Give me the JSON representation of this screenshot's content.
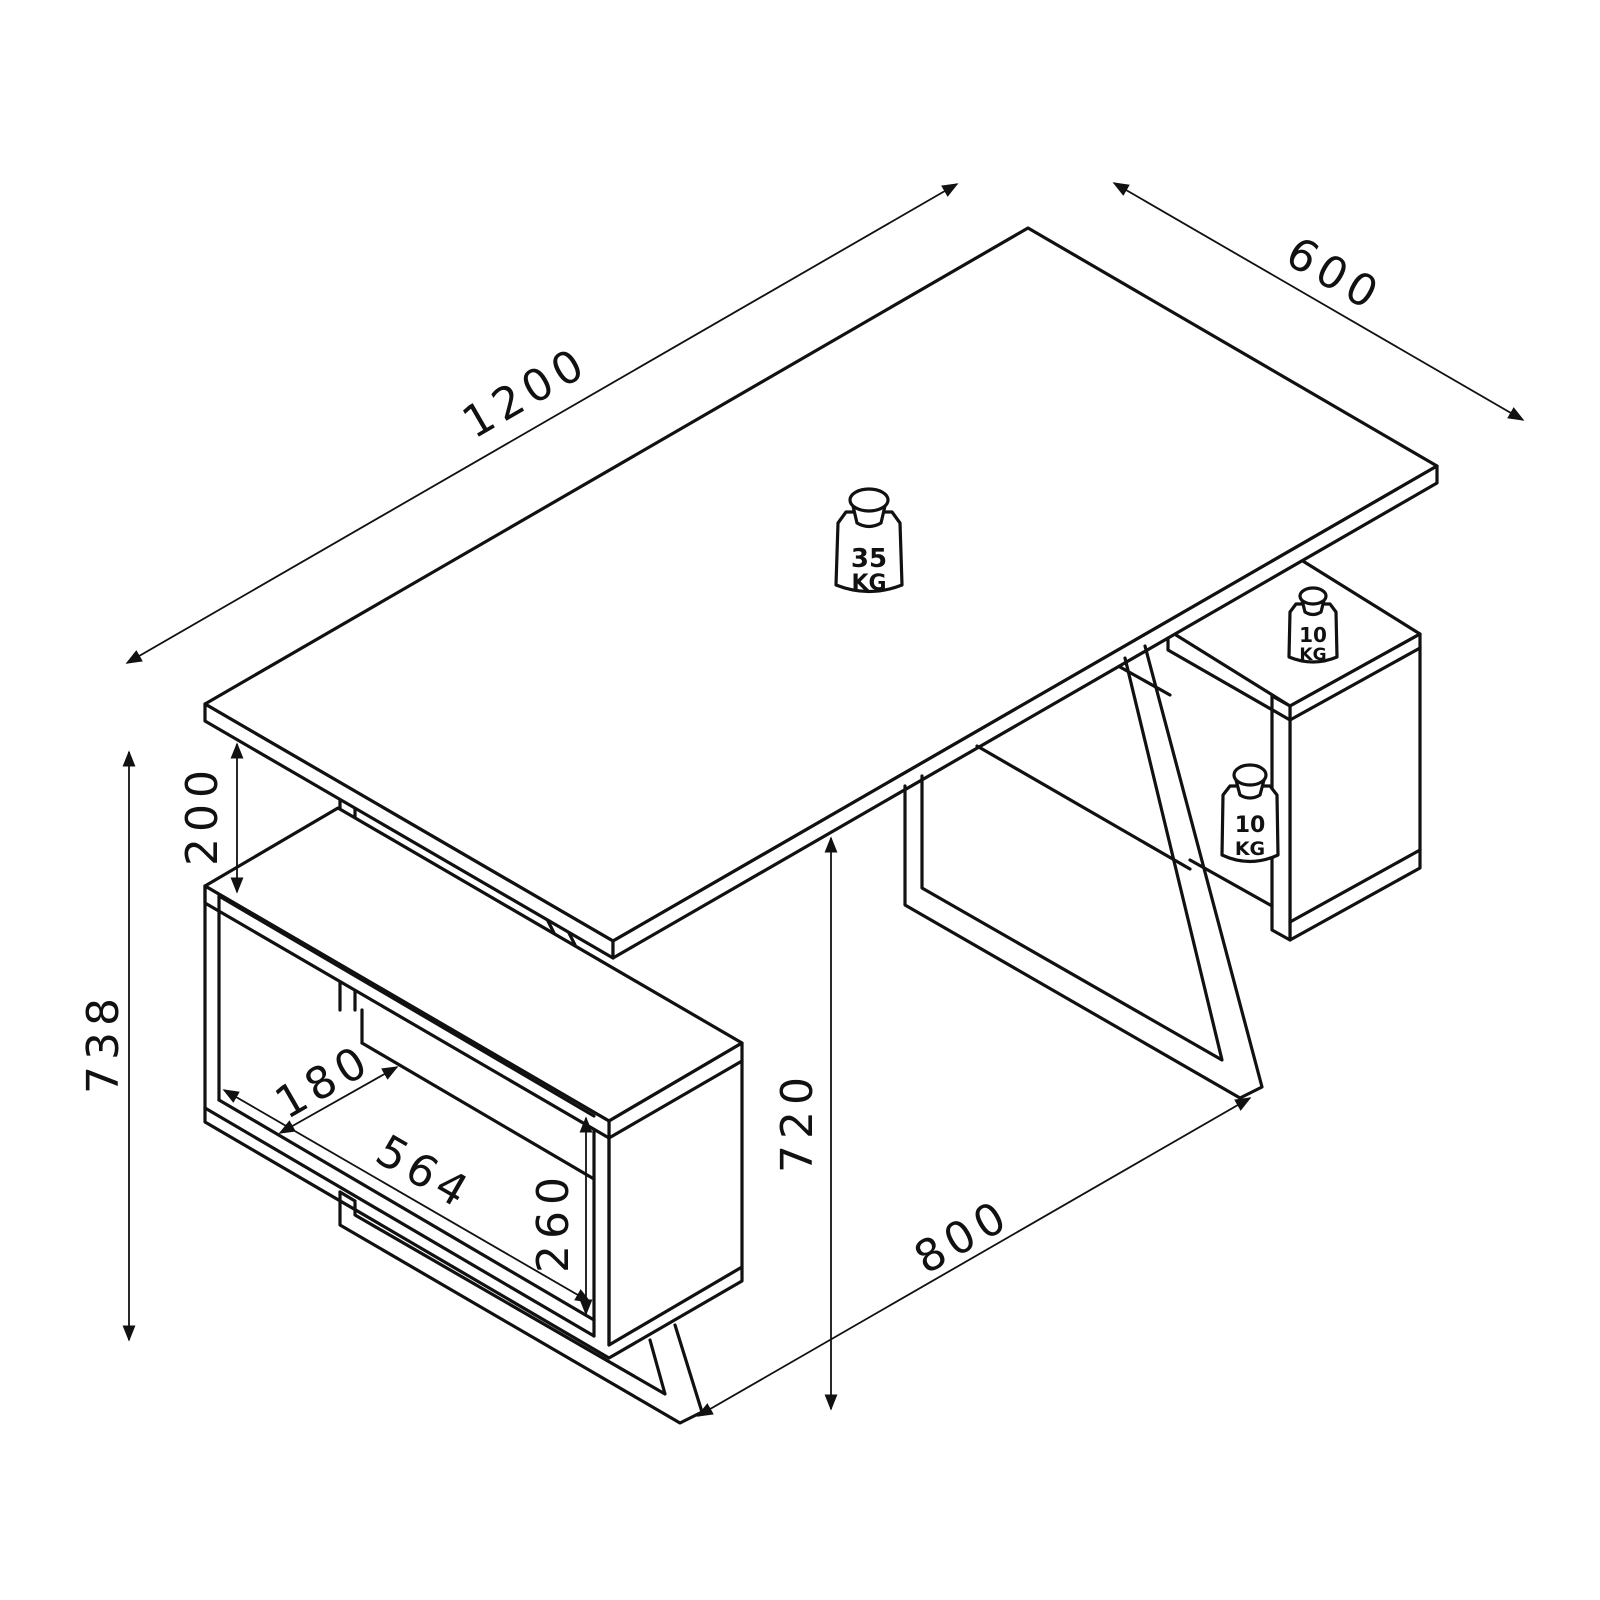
{
  "dimensions": {
    "width": "1200",
    "depth": "600",
    "height_total": "738",
    "top_gap": "200",
    "leg_height": "720",
    "shelf_depth": "180",
    "shelf_width": "564",
    "shelf_height": "260",
    "leg_span": "800"
  },
  "weights": {
    "top": {
      "value": "35",
      "unit": "KG",
      "icon": "weight-icon"
    },
    "shelf_top": {
      "value": "10",
      "unit": "KG",
      "icon": "weight-icon"
    },
    "shelf_inner": {
      "value": "10",
      "unit": "KG",
      "icon": "weight-icon"
    }
  },
  "colors": {
    "line": "#111111",
    "background": "#ffffff"
  }
}
